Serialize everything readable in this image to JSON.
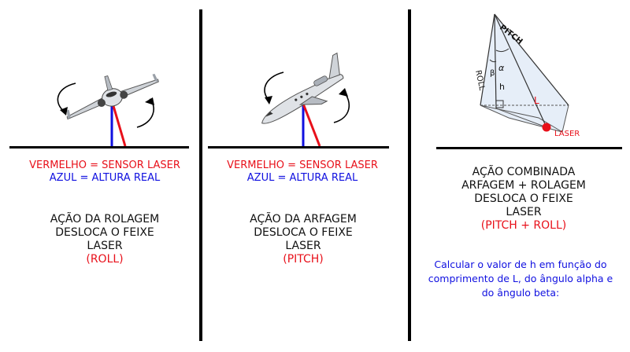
{
  "panels": [
    {
      "legend_red": "VERMELHO = SENSOR LASER",
      "legend_blue": "AZUL = ALTURA REAL",
      "caption": [
        "AÇÃO DA ROLAGEM",
        "DESLOCA O FEIXE",
        "LASER"
      ],
      "caption_tag": "(ROLL)"
    },
    {
      "legend_red": "VERMELHO = SENSOR LASER",
      "legend_blue": "AZUL = ALTURA REAL",
      "caption": [
        "AÇÃO DA ARFAGEM",
        "DESLOCA O FEIXE",
        "LASER"
      ],
      "caption_tag": "(PITCH)"
    },
    {
      "caption": [
        "AÇÃO COMBINADA",
        "ARFAGEM + ROLAGEM",
        "DESLOCA O FEIXE",
        "LASER"
      ],
      "caption_tag": "(PITCH + ROLL)",
      "note": [
        "Calcular o valor de h em função do",
        "comprimento de L, do ângulo alpha e",
        "do ângulo beta:"
      ]
    }
  ],
  "diagram_labels": {
    "pitch": "PITCH",
    "roll": "ROLL",
    "alpha": "α",
    "beta": "β",
    "h": "h",
    "L": "L",
    "laser": "LASER"
  },
  "colors": {
    "laser_red": "#e8101a",
    "real_height_blue": "#1010e0",
    "text_blue": "#1010e0"
  }
}
